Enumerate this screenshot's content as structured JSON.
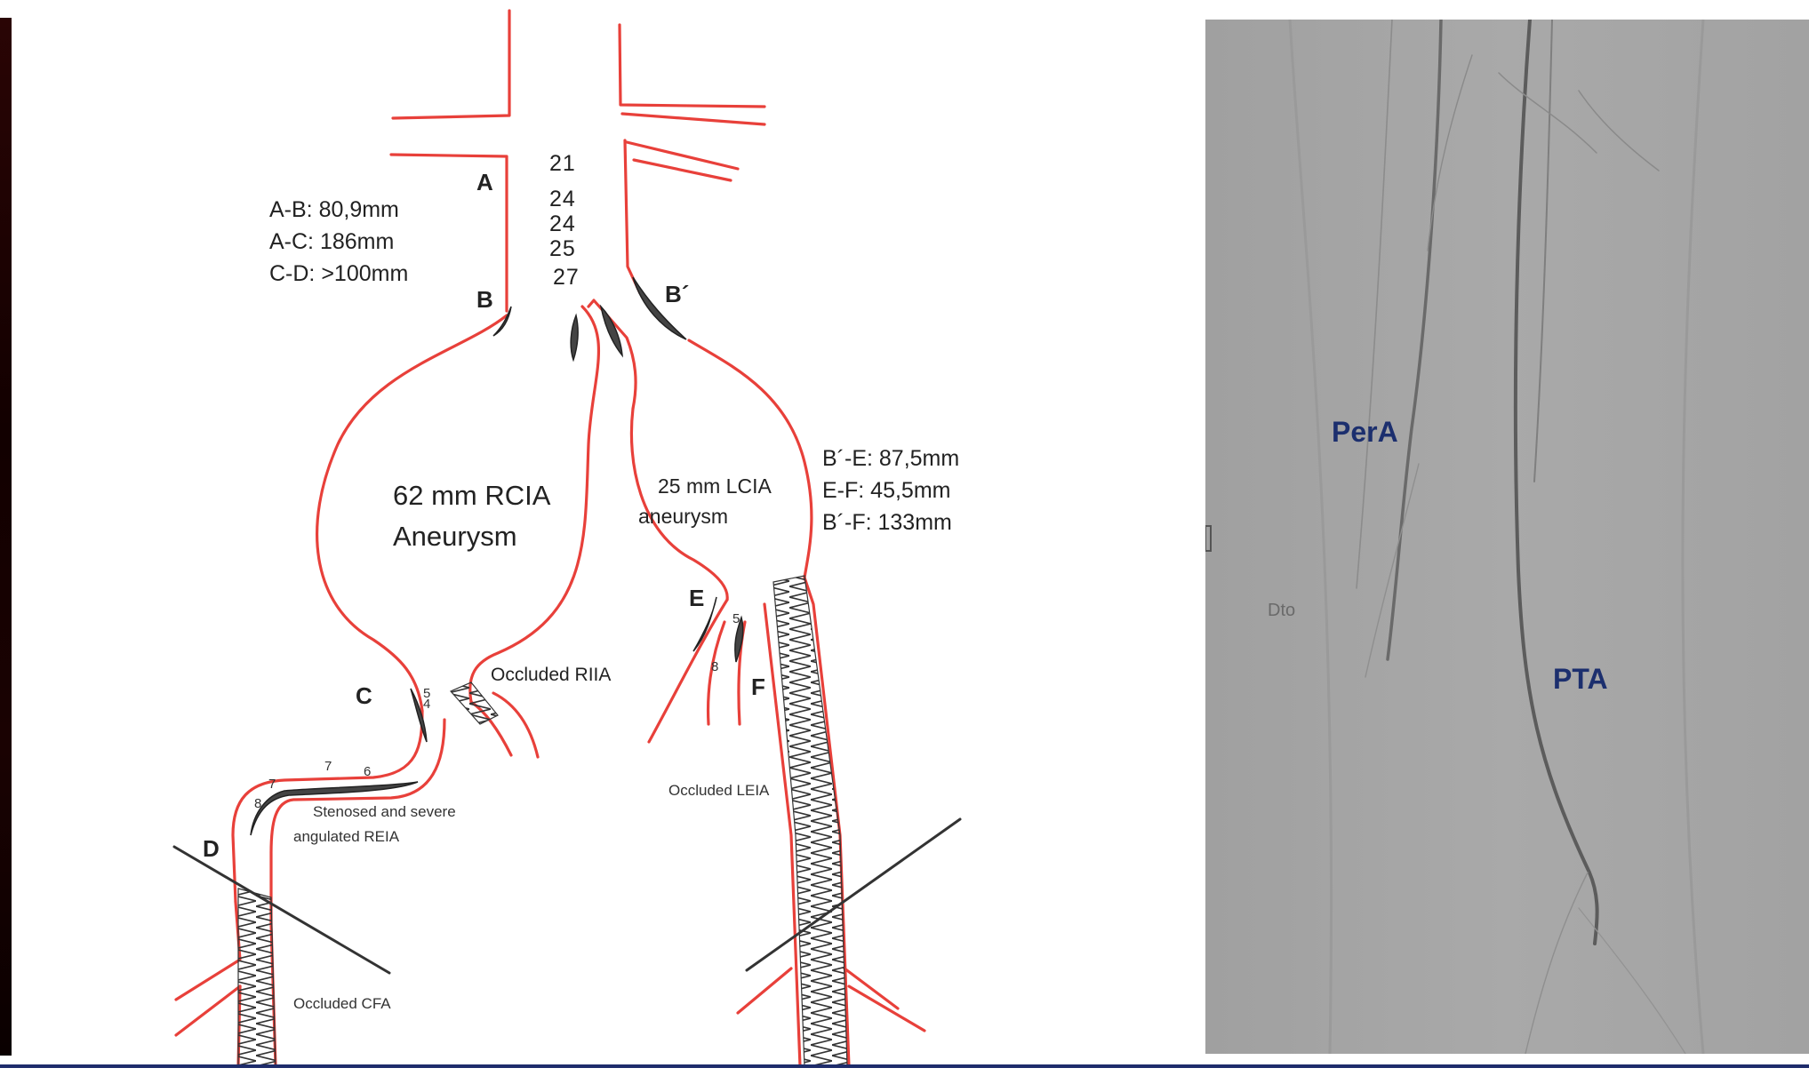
{
  "diagram": {
    "letters": {
      "a": "A",
      "b": "B",
      "b_prime": "B´",
      "c": "C",
      "d": "D",
      "e": "E",
      "f": "F"
    },
    "diameters": [
      "21",
      "24",
      "24",
      "25",
      "27"
    ],
    "measurements_right": [
      "A-B: 80,9mm",
      "A-C: 186mm",
      "C-D: >100mm"
    ],
    "measurements_left": [
      "B´-E: 87,5mm",
      "E-F: 45,5mm",
      "B´-F: 133mm"
    ],
    "rcia_label": [
      "62 mm RCIA",
      "Aneurysm"
    ],
    "lcia_label": [
      "25 mm LCIA",
      "aneurysm"
    ],
    "occluded_riia": "Occluded RIIA",
    "occluded_leia": "Occluded LEIA",
    "stenosed_reia": [
      "Stenosed and severe",
      "angulated REIA"
    ],
    "occluded_cfa": "Occluded CFA",
    "small_numbers": {
      "c_top": "5",
      "c_mid": "4",
      "reia_7a": "7",
      "reia_6": "6",
      "reia_7b": "7",
      "reia_8": "8",
      "e_5": "5",
      "e_8": "8"
    }
  },
  "angiogram": {
    "labels": {
      "pera": "PerA",
      "pta": "PTA",
      "dto": "Dto"
    },
    "label_color": "#1c2f6e",
    "background_color": "#a3a3a3"
  }
}
